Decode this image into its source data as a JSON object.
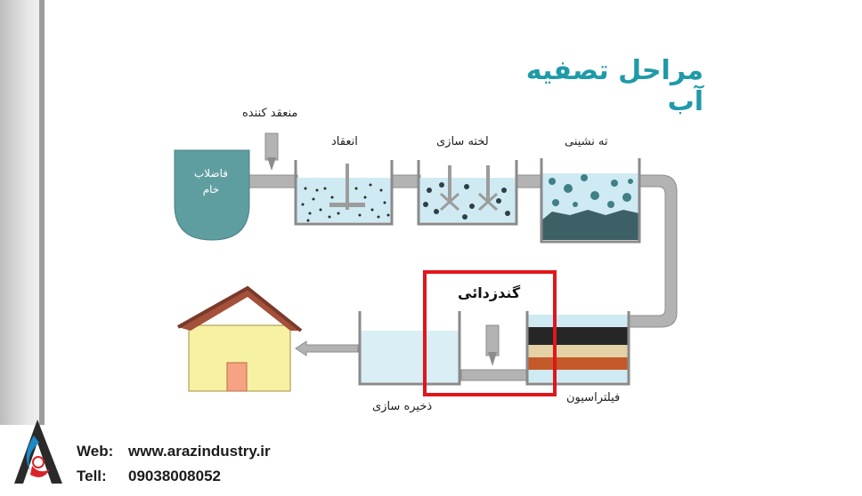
{
  "title": "مراحل تصفیه آب",
  "labels": {
    "coagulant": "منعقد کننده",
    "coagulation": "انعقاد",
    "flocculation": "لخته سازی",
    "sedimentation": "ته نشینی",
    "raw_water_1": "فاضلاب",
    "raw_water_2": "خام",
    "disinfection": "گندزدائی",
    "filtration": "فیلتراسیون",
    "storage": "ذخیره سازی"
  },
  "footer": {
    "web_label": "Web:",
    "web_value": "www.arazindustry.ir",
    "tell_label": "Tell:",
    "tell_value": "09038008052"
  },
  "colors": {
    "title": "#1f9aa8",
    "tank_fill": "#5f9ea0",
    "pipe": "#b3b3b3",
    "water": "#cfeaf2",
    "highlight": "#e0161d",
    "house_wall": "#f7f1a3",
    "house_roof": "#a4503a",
    "house_door": "#f6a383"
  }
}
